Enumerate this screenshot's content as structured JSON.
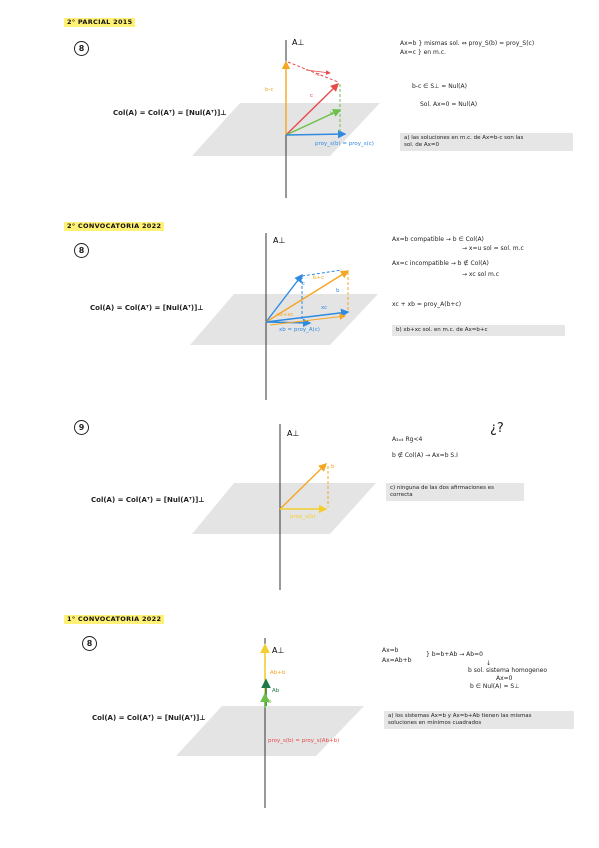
{
  "sections": [
    {
      "heading": "2° PARCIAL 2015",
      "number": "8",
      "equation": "Col(A) = Col(Aᵀ) = [Nul(Aᵀ)]⊥",
      "perp_label": "A⊥",
      "vec_labels": {
        "bc": "b-c",
        "mc": "-c",
        "c": "c",
        "b": "b",
        "proj": "proy_s(b) = proy_s(c)"
      },
      "notes": [
        "Ax=b } mismas sol.  ⇔  proy_S(b) = proy_S(c)",
        "Ax=c } en m.c.",
        "b-c ∈ S⊥ = Nul(A)",
        "Sol. Ax=0 = Nul(A)"
      ],
      "answer": [
        "a) las soluciones en m.c. de Ax=b-c son las",
        "sol. de Ax=0"
      ]
    },
    {
      "heading": "2° CONVOCATORIA 2022",
      "number": "8",
      "equation": "Col(A) = Col(Aᵀ) = [Nul(Aᵀ)]⊥",
      "perp_label": "A⊥",
      "vec_labels": {
        "c": "c",
        "bc": "b+c",
        "b": "b",
        "xc": "xc",
        "xbxc": "xb+xc",
        "proj": "xb = proy_A(c)"
      },
      "notes": [
        "Ax=b  compatible → b ∈ Col(A)",
        "→ x=u sol = sol. m.c",
        "Ax=c  incompatible → b ∉ Col(A)",
        "→ xc sol m.c",
        "xc + xb = proy_A(b+c)"
      ],
      "answer": [
        "b) xb+xc sol. en m.c. de Ax=b+c"
      ]
    },
    {
      "heading": "",
      "number": "9",
      "equation": "Col(A) = Col(Aᵀ) = [Nul(Aᵀ)]⊥",
      "perp_label": "A⊥",
      "vec_labels": {
        "b": "b",
        "proj": "proy_s(b)"
      },
      "notes": [
        "A₃ₓ₄   Rg<4",
        "b ∉ Col(A) → Ax=b S.I"
      ],
      "side_mark": "¿?",
      "answer": [
        "c) ninguna de las dos afirmaciones es",
        "correcta"
      ]
    },
    {
      "heading": "1° CONVOCATORIA 2022",
      "number": "8",
      "equation": "Col(A) = Col(Aᵀ) = [Nul(Aᵀ)]⊥",
      "perp_label": "A⊥",
      "vec_labels": {
        "abb": "Ab+b",
        "ab": "Ab",
        "b": "b",
        "proj": "proy_s(b) = proy_s(Ab+b)"
      },
      "notes": [
        "Ax=b",
        "Ax=Ab+b",
        "} b=b+Ab → Ab=0",
        "↓",
        "b sol. sistema homogeneo",
        "Ax=0",
        "b ∈ Nul(A) = S⊥"
      ],
      "answer": [
        "a) los sistemas Ax=b y Ax=b+Ab tienen las mismas",
        "soluciones en mínimos cuadrados"
      ]
    }
  ]
}
